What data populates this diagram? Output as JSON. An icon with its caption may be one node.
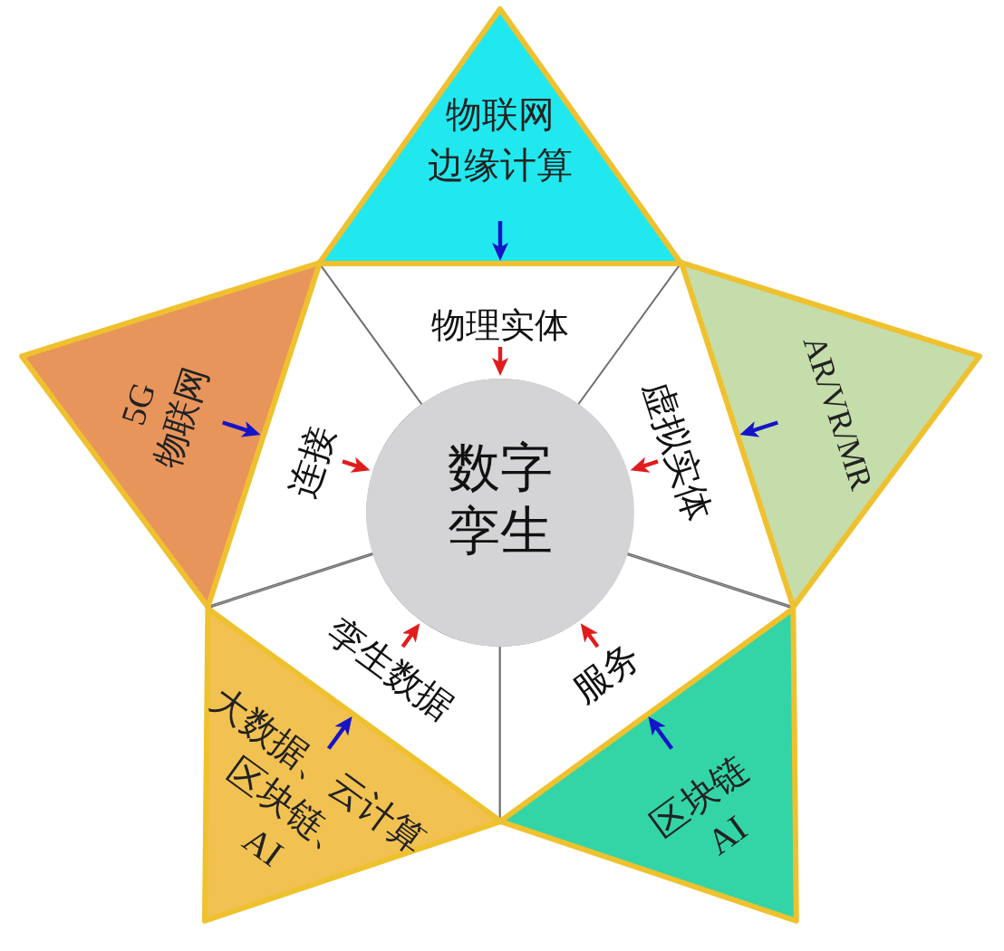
{
  "diagram": {
    "nodes": [
      {
        "text": [
          "物联网",
          "边缘计算"
        ]
      },
      {
        "text": [
          "5G",
          "物联网"
        ]
      },
      {
        "text": [
          "AR/VR/MR"
        ]
      },
      {
        "text": [
          "物理实体"
        ]
      },
      {
        "text": [
          "连接"
        ]
      },
      {
        "text": [
          "数字孪生"
        ]
      },
      {
        "text": [
          "虚拟实体"
        ]
      },
      {
        "text": [
          "孪生数据"
        ]
      },
      {
        "text": [
          "服务"
        ]
      },
      {
        "text": [
          "大数据、云计算",
          "区块链、",
          "AI"
        ]
      },
      {
        "text": [
          "区块链",
          "AI"
        ]
      }
    ],
    "edges": [
      {
        "from": 0,
        "to": 3,
        "arrow": "to",
        "color": "#1414c8"
      },
      {
        "from": 1,
        "to": 4,
        "arrow": "to",
        "color": "#1414c8"
      },
      {
        "from": 2,
        "to": 6,
        "arrow": "to",
        "color": "#1414c8"
      },
      {
        "from": 9,
        "to": 7,
        "arrow": "to",
        "color": "#1414c8"
      },
      {
        "from": 10,
        "to": 8,
        "arrow": "to",
        "color": "#1414c8"
      },
      {
        "from": 3,
        "to": 5,
        "arrow": "to",
        "color": "#e01c1c"
      },
      {
        "from": 4,
        "to": 5,
        "arrow": "to",
        "color": "#e01c1c"
      },
      {
        "from": 6,
        "to": 5,
        "arrow": "to",
        "color": "#e01c1c"
      },
      {
        "from": 7,
        "to": 5,
        "arrow": "to",
        "color": "#e01c1c"
      },
      {
        "from": 8,
        "to": 5,
        "arrow": "to",
        "color": "#e01c1c"
      }
    ]
  }
}
